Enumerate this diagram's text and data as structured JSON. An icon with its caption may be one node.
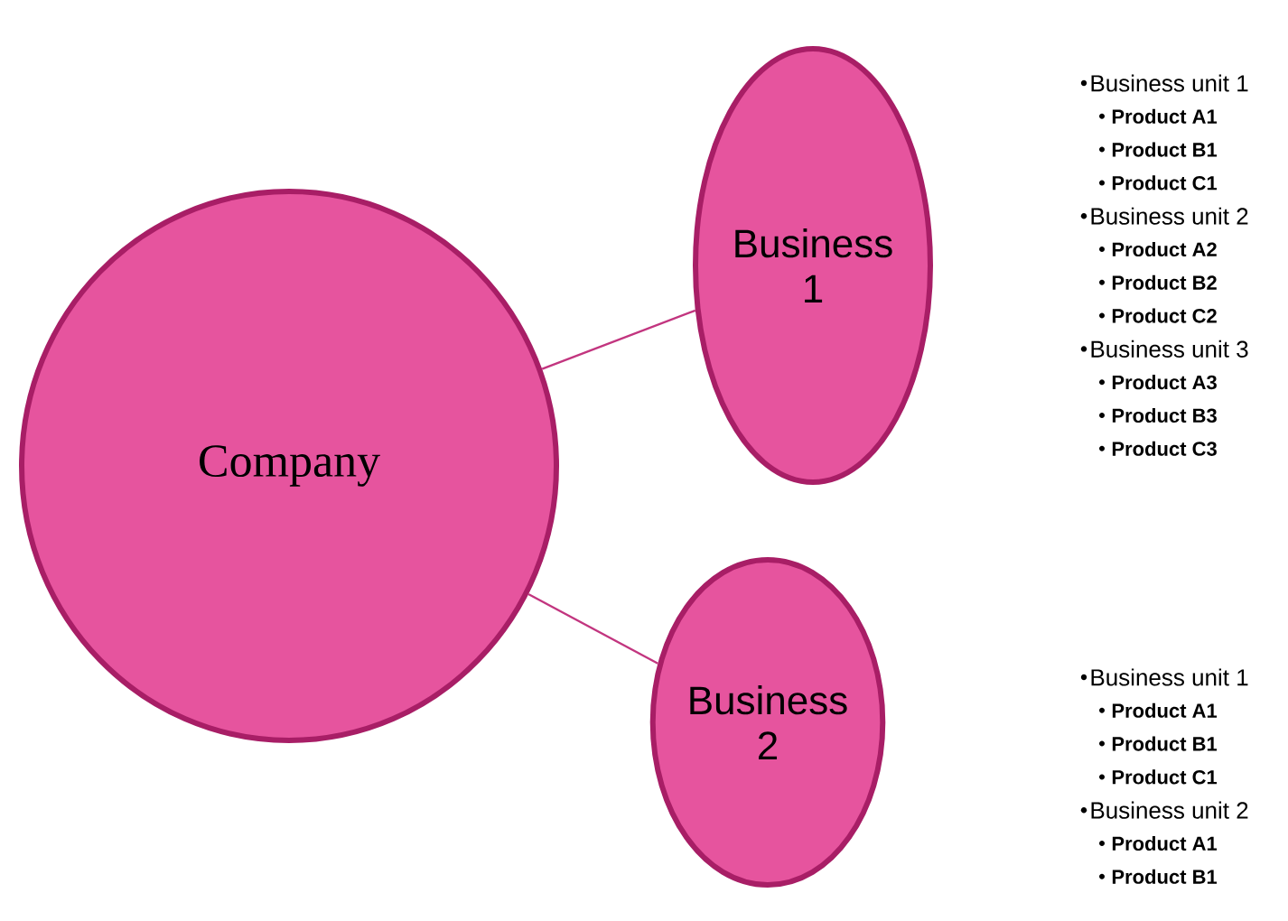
{
  "diagram": {
    "nodes": [
      {
        "text": [
          "Company"
        ]
      },
      {
        "text": [
          "Business 1"
        ],
        "beside": [
          "Business unit 1",
          "Product A1",
          "Product B1",
          "Product C1",
          "Business unit 2",
          "Product A2",
          "Product B2",
          "Product C2",
          "Business unit  3",
          "Product A3",
          "Product B3",
          "Product C3"
        ]
      },
      {
        "text": [
          "Business 2"
        ],
        "beside": [
          "Business unit 1",
          "Product A1",
          "Product B1",
          "Product C1",
          "Business unit 2",
          "Product A1",
          "Product B1"
        ]
      }
    ],
    "edges": [
      {
        "from": 0,
        "to": 1,
        "arrow": "none"
      },
      {
        "from": 0,
        "to": 2,
        "arrow": "none"
      }
    ]
  }
}
